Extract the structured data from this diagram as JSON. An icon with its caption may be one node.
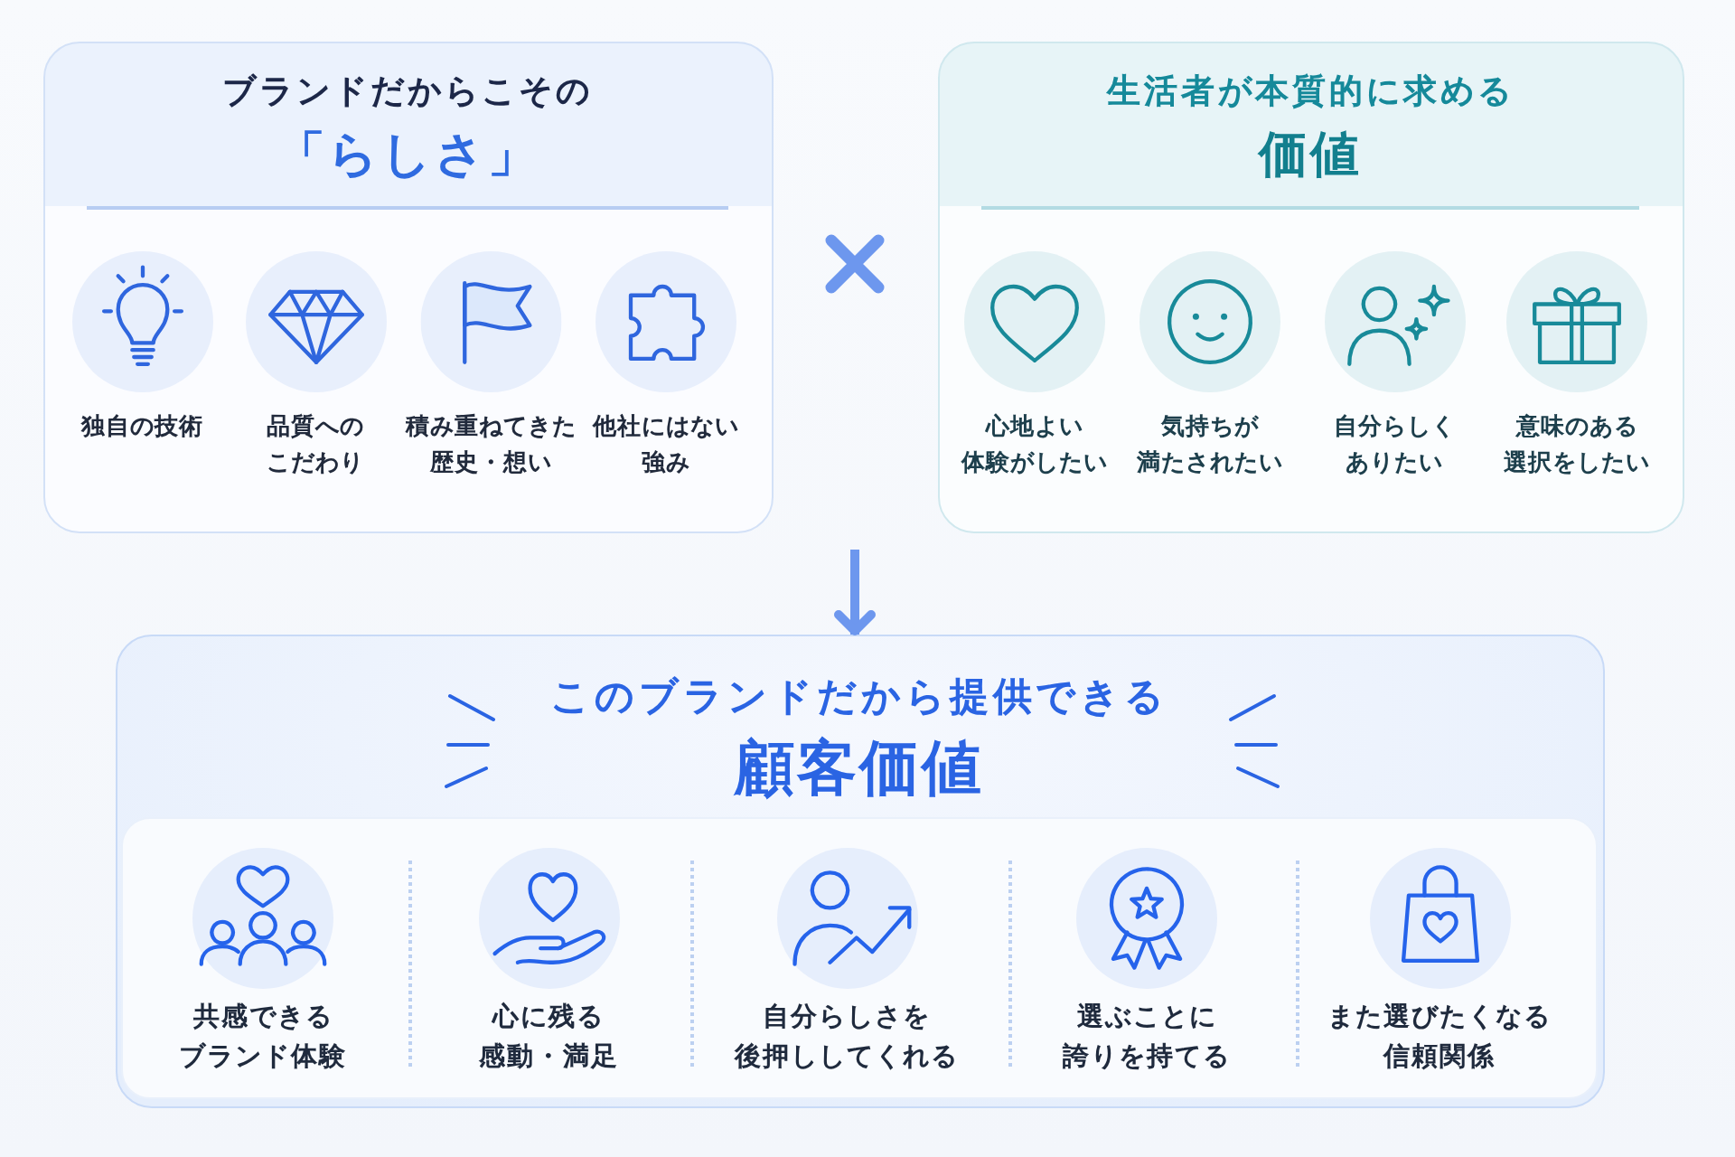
{
  "diagram": {
    "nodes": [
      {
        "text": [
          "ブランドだからこその",
          "「らしさ」"
        ]
      },
      {
        "text": [
          "独自の技術"
        ],
        "in": 0
      },
      {
        "text": [
          "品質へのこだわり"
        ],
        "in": 0
      },
      {
        "text": [
          "積み重ねてきた歴史・想い"
        ],
        "in": 0
      },
      {
        "text": [
          "他社にはない強み"
        ],
        "in": 0
      },
      {
        "text": [
          "生活者が本質的に求める",
          "価値"
        ]
      },
      {
        "text": [
          "心地よい体験がしたい"
        ],
        "in": 5
      },
      {
        "text": [
          "気持ちが満たされたい"
        ],
        "in": 5
      },
      {
        "text": [
          "自分らしくありたい"
        ],
        "in": 5
      },
      {
        "text": [
          "意味のある選択をしたい"
        ],
        "in": 5
      },
      {
        "text": [
          "このブランドだから提供できる",
          "顧客価値"
        ]
      },
      {
        "text": [
          "共感できるブランド体験"
        ],
        "in": 10
      },
      {
        "text": [
          "心に残る感動・満足"
        ],
        "in": 10
      },
      {
        "text": [
          "自分らしさを後押ししてくれる"
        ],
        "in": 10
      },
      {
        "text": [
          "選ぶことに誇りを持てる"
        ],
        "in": 10
      },
      {
        "text": [
          "また選びたくなる信頼関係"
        ],
        "in": 10
      }
    ],
    "edges": [
      {
        "from": null,
        "to": 10,
        "arrow": "to"
      }
    ]
  }
}
